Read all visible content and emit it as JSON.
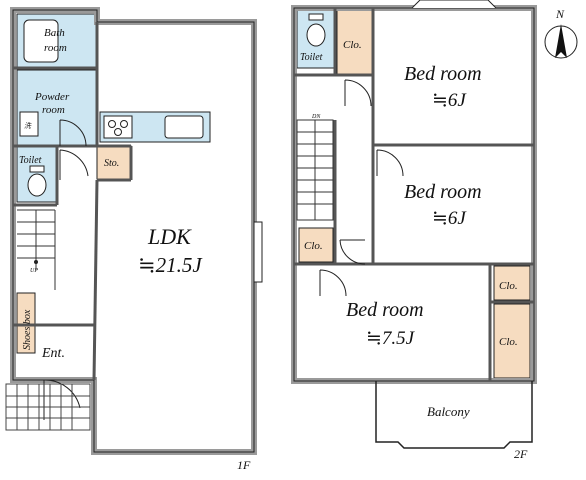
{
  "floor1": {
    "label": "1F",
    "rooms": {
      "bath": [
        "Bath",
        "room"
      ],
      "powder": [
        "Powder",
        "room"
      ],
      "toilet": "Toilet",
      "storage": "Sto.",
      "ldk": "LDK",
      "ldk_size": "≒21.5J",
      "shoes_box": "Shoes box",
      "entrance": "Ent.",
      "stairs_up": "UP",
      "washer": "洗"
    }
  },
  "floor2": {
    "label": "2F",
    "rooms": {
      "toilet": "Toilet",
      "closet_top": "Clo.",
      "bedroom_a": "Bed room",
      "bedroom_a_size": "≒6J",
      "bedroom_b": "Bed room",
      "bedroom_b_size": "≒6J",
      "closet_mid": "Clo.",
      "closet_small": "Clo.",
      "closet_tall": "Clo.",
      "bedroom_c": "Bed room",
      "bedroom_c_size": "≒7.5J",
      "balcony": "Balcony",
      "stairs_down": "DN"
    }
  },
  "compass": {
    "label": "N"
  },
  "colors": {
    "wet_area": "#cde6f2",
    "storage": "#f6dcc0",
    "wall": "#9a9a9a",
    "line": "#222222"
  }
}
